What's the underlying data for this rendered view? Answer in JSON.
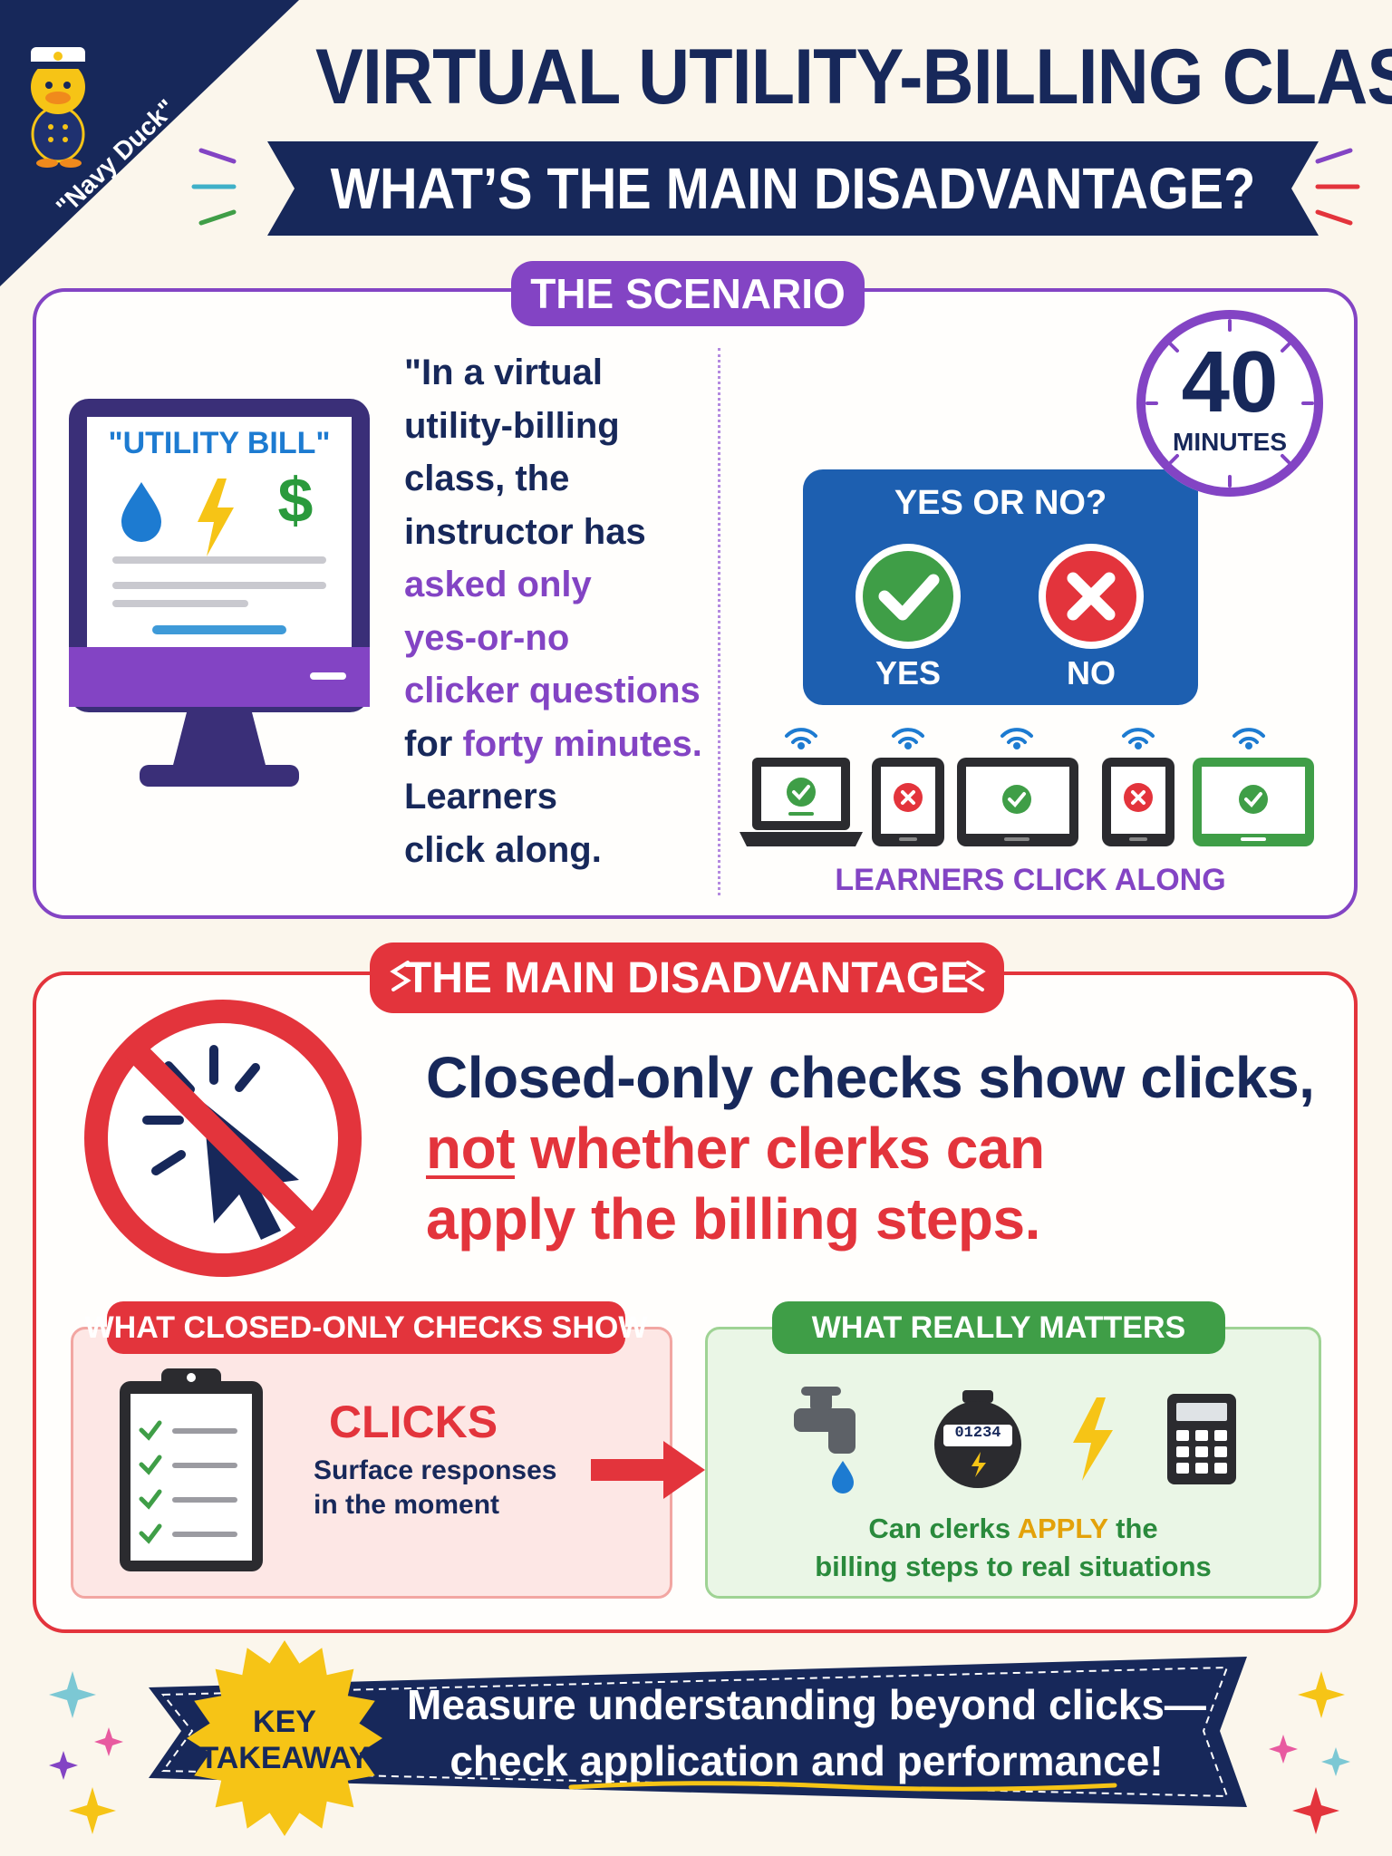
{
  "header": {
    "corner_badge": "\"Navy Duck\"",
    "title": "VIRTUAL UTILITY-BILLING CLASS",
    "subtitle": "WHAT’S THE MAIN DISADVANTAGE?"
  },
  "scenario": {
    "label": "THE SCENARIO",
    "bill_label": "\"UTILITY BILL\"",
    "bill_dollar": "$",
    "lines": [
      {
        "text": "\"In a virtual",
        "accent": false
      },
      {
        "text": "utility-billing",
        "accent": false
      },
      {
        "text": "class, the",
        "accent": false
      },
      {
        "text": "instructor has",
        "accent": false
      },
      {
        "text": "asked only",
        "accent": true
      },
      {
        "text": "yes-or-no",
        "accent": true
      },
      {
        "text": "clicker questions",
        "accent": true
      }
    ],
    "line8_prefix": "for ",
    "line8_accent": "forty minutes.",
    "line9": "Learners",
    "line10": "click along.",
    "timer_value": "40",
    "timer_unit": "MINUTES",
    "poll_title": "YES OR NO?",
    "yes_label": "YES",
    "no_label": "NO",
    "devices_caption": "LEARNERS CLICK ALONG"
  },
  "disadvantage": {
    "label": "THE MAIN DISADVANTAGE",
    "line1": "Closed-only checks show clicks,",
    "line2_underlined": "not",
    "line2_rest": " whether clerks can",
    "line3": "apply the billing steps.",
    "left_box": {
      "label": "WHAT CLOSED-ONLY CHECKS SHOW",
      "heading": "CLICKS",
      "desc_line1": "Surface responses",
      "desc_line2": "in the moment"
    },
    "right_box": {
      "label": "WHAT REALLY MATTERS",
      "meter_reading": "01234",
      "desc_prefix": "Can clerks ",
      "desc_accent": "APPLY",
      "desc_suffix": " the",
      "desc_line2": "billing steps to real situations"
    }
  },
  "takeaway": {
    "badge_line1": "KEY",
    "badge_line2": "TAKEAWAY",
    "line1": "Measure understanding beyond clicks—",
    "line2": "check application and performance!"
  },
  "colors": {
    "navy": "#17285a",
    "purple": "#8344c4",
    "red": "#e3343c",
    "green": "#3f9e47",
    "blue": "#1d5fb0",
    "yellow": "#f6c416",
    "cream": "#fbf6ec"
  }
}
